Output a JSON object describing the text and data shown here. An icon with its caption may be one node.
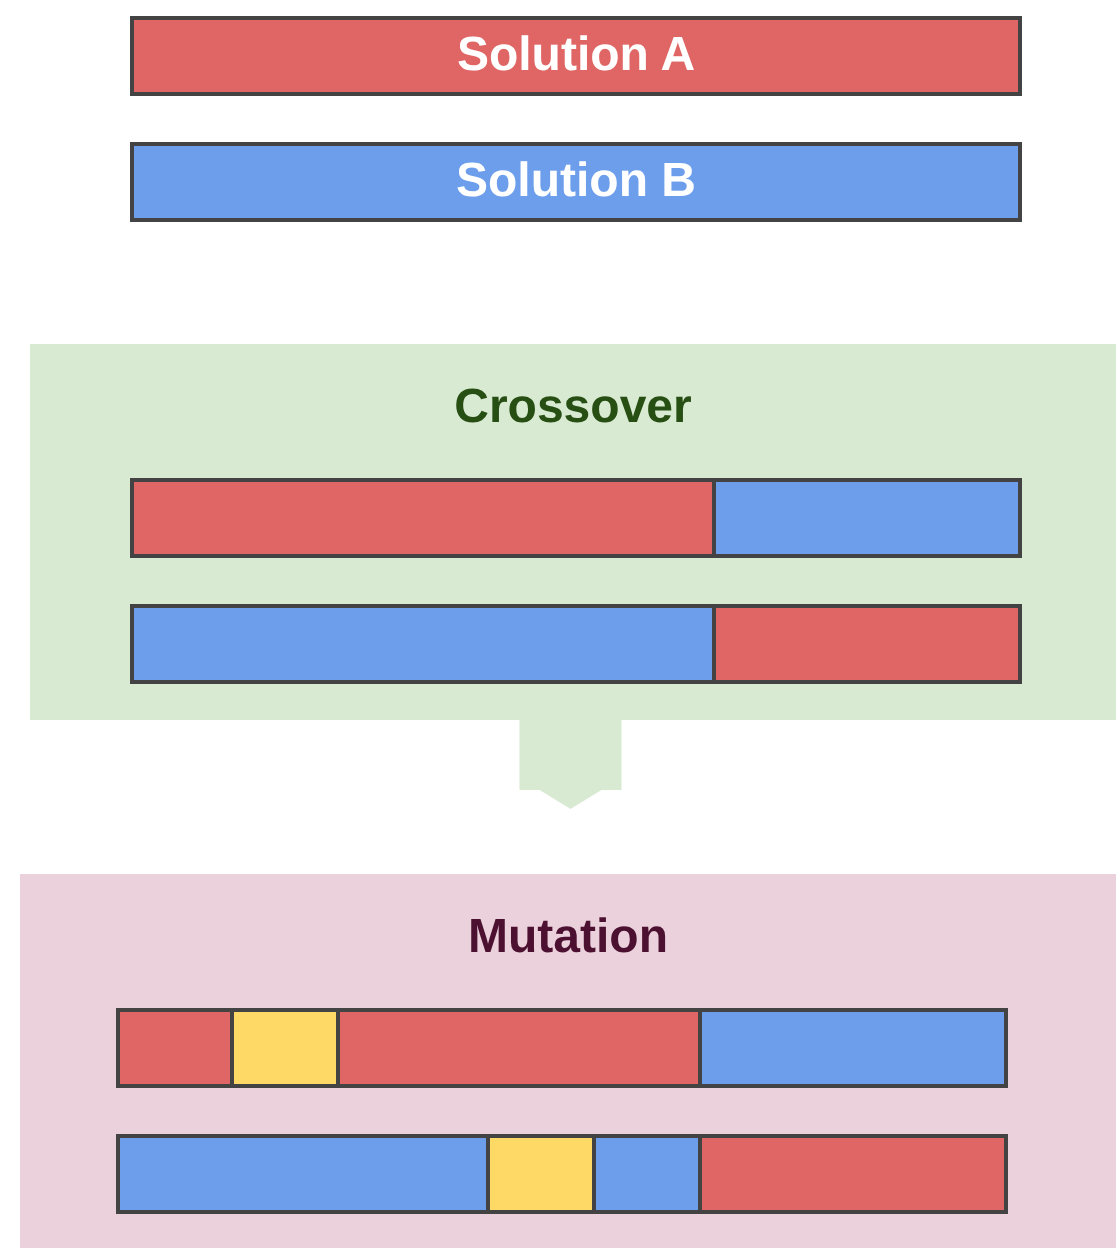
{
  "diagram": {
    "nodes": [
      {
        "text": [
          "Solution A"
        ]
      },
      {
        "text": [
          "Solution B"
        ]
      },
      {
        "text": [
          "Crossover"
        ]
      },
      {
        "text": [],
        "shape": "bar",
        "in": 2
      },
      {
        "text": [],
        "shape": "bar",
        "in": 2
      },
      {
        "text": [
          "Mutation"
        ]
      },
      {
        "text": [],
        "shape": "bar",
        "in": 5
      },
      {
        "text": [],
        "shape": "bar",
        "in": 5
      }
    ],
    "edges": [
      {
        "from": 2,
        "to": 5,
        "arrow": "to"
      }
    ]
  }
}
